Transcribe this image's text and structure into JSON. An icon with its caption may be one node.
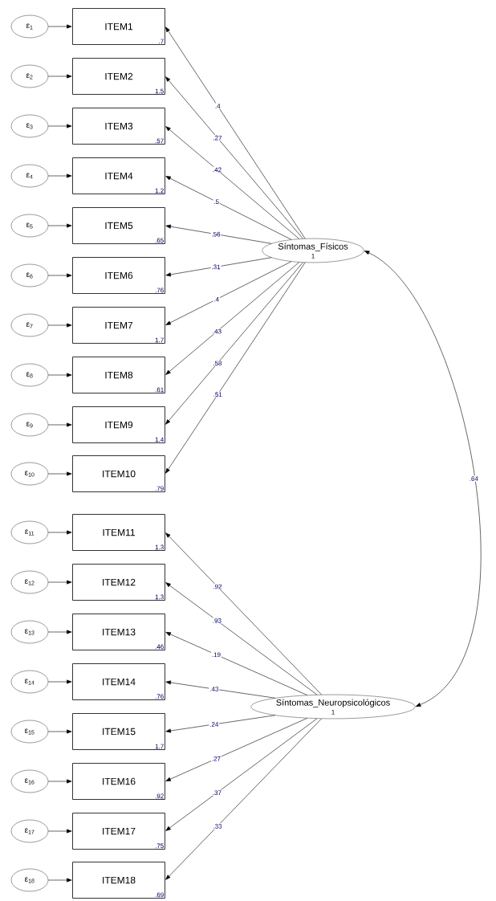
{
  "diagram": {
    "nodes": [
      {
        "text": [
          "Síntomas_Físicos",
          "1"
        ]
      },
      {
        "text": [
          "Síntomas_Neuropsicológicos",
          "1"
        ]
      },
      {
        "text": [
          "ITEM1",
          ".7"
        ]
      },
      {
        "text": [
          "ITEM2",
          "1.5"
        ]
      },
      {
        "text": [
          "ITEM3",
          ".57"
        ]
      },
      {
        "text": [
          "ITEM4",
          "1.2"
        ]
      },
      {
        "text": [
          "ITEM5",
          ".65"
        ]
      },
      {
        "text": [
          "ITEM6",
          ".76"
        ]
      },
      {
        "text": [
          "ITEM7",
          "1.7"
        ]
      },
      {
        "text": [
          "ITEM8",
          ".61"
        ]
      },
      {
        "text": [
          "ITEM9",
          "1.4"
        ]
      },
      {
        "text": [
          "ITEM10",
          ".79"
        ]
      },
      {
        "text": [
          "ITEM11",
          "1.3"
        ]
      },
      {
        "text": [
          "ITEM12",
          "1.3"
        ]
      },
      {
        "text": [
          "ITEM13",
          ".46"
        ]
      },
      {
        "text": [
          "ITEM14",
          ".76"
        ]
      },
      {
        "text": [
          "ITEM15",
          "1.7"
        ]
      },
      {
        "text": [
          "ITEM16",
          ".92"
        ]
      },
      {
        "text": [
          "ITEM17",
          ".75"
        ]
      },
      {
        "text": [
          "ITEM18",
          ".69"
        ]
      },
      {
        "text": [
          "ε$_{1}$"
        ]
      },
      {
        "text": [
          "ε$_{2}$"
        ]
      },
      {
        "text": [
          "ε$_{3}$"
        ]
      },
      {
        "text": [
          "ε$_{4}$"
        ]
      },
      {
        "text": [
          "ε$_{5}$"
        ]
      },
      {
        "text": [
          "ε$_{6}$"
        ]
      },
      {
        "text": [
          "ε$_{7}$"
        ]
      },
      {
        "text": [
          "ε$_{8}$"
        ]
      },
      {
        "text": [
          "ε$_{9}$"
        ]
      },
      {
        "text": [
          "ε$_{10}$"
        ]
      },
      {
        "text": [
          "ε$_{11}$"
        ]
      },
      {
        "text": [
          "ε$_{12}$"
        ]
      },
      {
        "text": [
          "ε$_{13}$"
        ]
      },
      {
        "text": [
          "ε$_{14}$"
        ]
      },
      {
        "text": [
          "ε$_{15}$"
        ]
      },
      {
        "text": [
          "ε$_{16}$"
        ]
      },
      {
        "text": [
          "ε$_{17}$"
        ]
      },
      {
        "text": [
          "ε$_{18}$"
        ]
      }
    ],
    "edges": [
      {
        "from": 0,
        "to": 2,
        "arrow": "to",
        "label": ".4"
      },
      {
        "from": 0,
        "to": 3,
        "arrow": "to",
        "label": ".27"
      },
      {
        "from": 0,
        "to": 4,
        "arrow": "to",
        "label": ".42"
      },
      {
        "from": 0,
        "to": 5,
        "arrow": "to",
        "label": ".5"
      },
      {
        "from": 0,
        "to": 6,
        "arrow": "to",
        "label": ".56"
      },
      {
        "from": 0,
        "to": 7,
        "arrow": "to",
        "label": ".31"
      },
      {
        "from": 0,
        "to": 8,
        "arrow": "to",
        "label": ".4"
      },
      {
        "from": 0,
        "to": 9,
        "arrow": "to",
        "label": ".43"
      },
      {
        "from": 0,
        "to": 10,
        "arrow": "to",
        "label": ".58"
      },
      {
        "from": 0,
        "to": 11,
        "arrow": "to",
        "label": ".51"
      },
      {
        "from": 1,
        "to": 12,
        "arrow": "to",
        "label": ".92"
      },
      {
        "from": 1,
        "to": 13,
        "arrow": "to",
        "label": ".93"
      },
      {
        "from": 1,
        "to": 14,
        "arrow": "to",
        "label": ".19"
      },
      {
        "from": 1,
        "to": 15,
        "arrow": "to",
        "label": ".43"
      },
      {
        "from": 1,
        "to": 16,
        "arrow": "to",
        "label": ".24"
      },
      {
        "from": 1,
        "to": 17,
        "arrow": "to",
        "label": ".27"
      },
      {
        "from": 1,
        "to": 18,
        "arrow": "to",
        "label": ".37"
      },
      {
        "from": 1,
        "to": 19,
        "arrow": "to",
        "label": ".33"
      },
      {
        "from": 0,
        "to": 1,
        "arrow": "both",
        "label": ".64"
      },
      {
        "from": 20,
        "to": 2,
        "arrow": "to"
      },
      {
        "from": 21,
        "to": 3,
        "arrow": "to"
      },
      {
        "from": 22,
        "to": 4,
        "arrow": "to"
      },
      {
        "from": 23,
        "to": 5,
        "arrow": "to"
      },
      {
        "from": 24,
        "to": 6,
        "arrow": "to"
      },
      {
        "from": 25,
        "to": 7,
        "arrow": "to"
      },
      {
        "from": 26,
        "to": 8,
        "arrow": "to"
      },
      {
        "from": 27,
        "to": 9,
        "arrow": "to"
      },
      {
        "from": 28,
        "to": 10,
        "arrow": "to"
      },
      {
        "from": 29,
        "to": 11,
        "arrow": "to"
      },
      {
        "from": 30,
        "to": 12,
        "arrow": "to"
      },
      {
        "from": 31,
        "to": 13,
        "arrow": "to"
      },
      {
        "from": 32,
        "to": 14,
        "arrow": "to"
      },
      {
        "from": 33,
        "to": 15,
        "arrow": "to"
      },
      {
        "from": 34,
        "to": 16,
        "arrow": "to"
      },
      {
        "from": 35,
        "to": 17,
        "arrow": "to"
      },
      {
        "from": 36,
        "to": 18,
        "arrow": "to"
      },
      {
        "from": 37,
        "to": 19,
        "arrow": "to"
      }
    ]
  }
}
